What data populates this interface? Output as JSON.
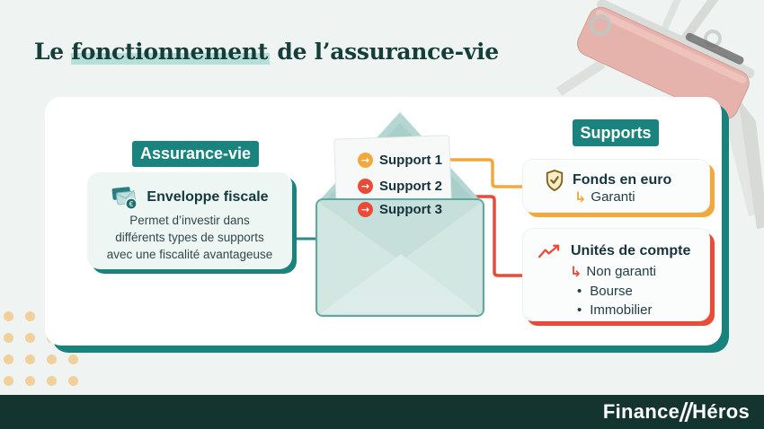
{
  "title": {
    "prefix": "Le ",
    "highlight": "fonctionnement",
    "suffix": " de l’assurance-vie"
  },
  "colors": {
    "accent_teal": "#1b837d",
    "accent_yellow": "#f2a93b",
    "accent_red": "#e94b38",
    "dark_text": "#17343c",
    "footer_band": "#143430",
    "dots": "#f2d09c",
    "page_background": "#eff4f2"
  },
  "diagram": {
    "left": {
      "label": "Assurance-vie",
      "box": {
        "icon": "envelope-euro-icon",
        "title": "Enveloppe fiscale",
        "lines": [
          "Permet d’investir dans",
          "différents types de supports",
          "avec une fiscalité avantageuse"
        ]
      }
    },
    "envelope": {
      "supports": [
        {
          "label": "Support 1",
          "color": "#f2a93b"
        },
        {
          "label": "Support 2",
          "color": "#e94b38"
        },
        {
          "label": "Support 3",
          "color": "#e94b38"
        }
      ]
    },
    "right": {
      "label": "Supports",
      "fonds": {
        "icon": "shield-check-icon",
        "title": "Fonds en euro",
        "sub": "Garanti"
      },
      "unites": {
        "icon": "chart-line-icon",
        "title": "Unités de compte",
        "sub": "Non garanti",
        "bullets": [
          "Bourse",
          "Immobilier"
        ]
      }
    }
  },
  "icons": {
    "arrow_glyph": "→",
    "branch_glyph": "↳",
    "bullet_glyph": "•",
    "euro_glyph": "€"
  },
  "footer": {
    "logo_part1": "Finance",
    "logo_part2": "Héros"
  }
}
